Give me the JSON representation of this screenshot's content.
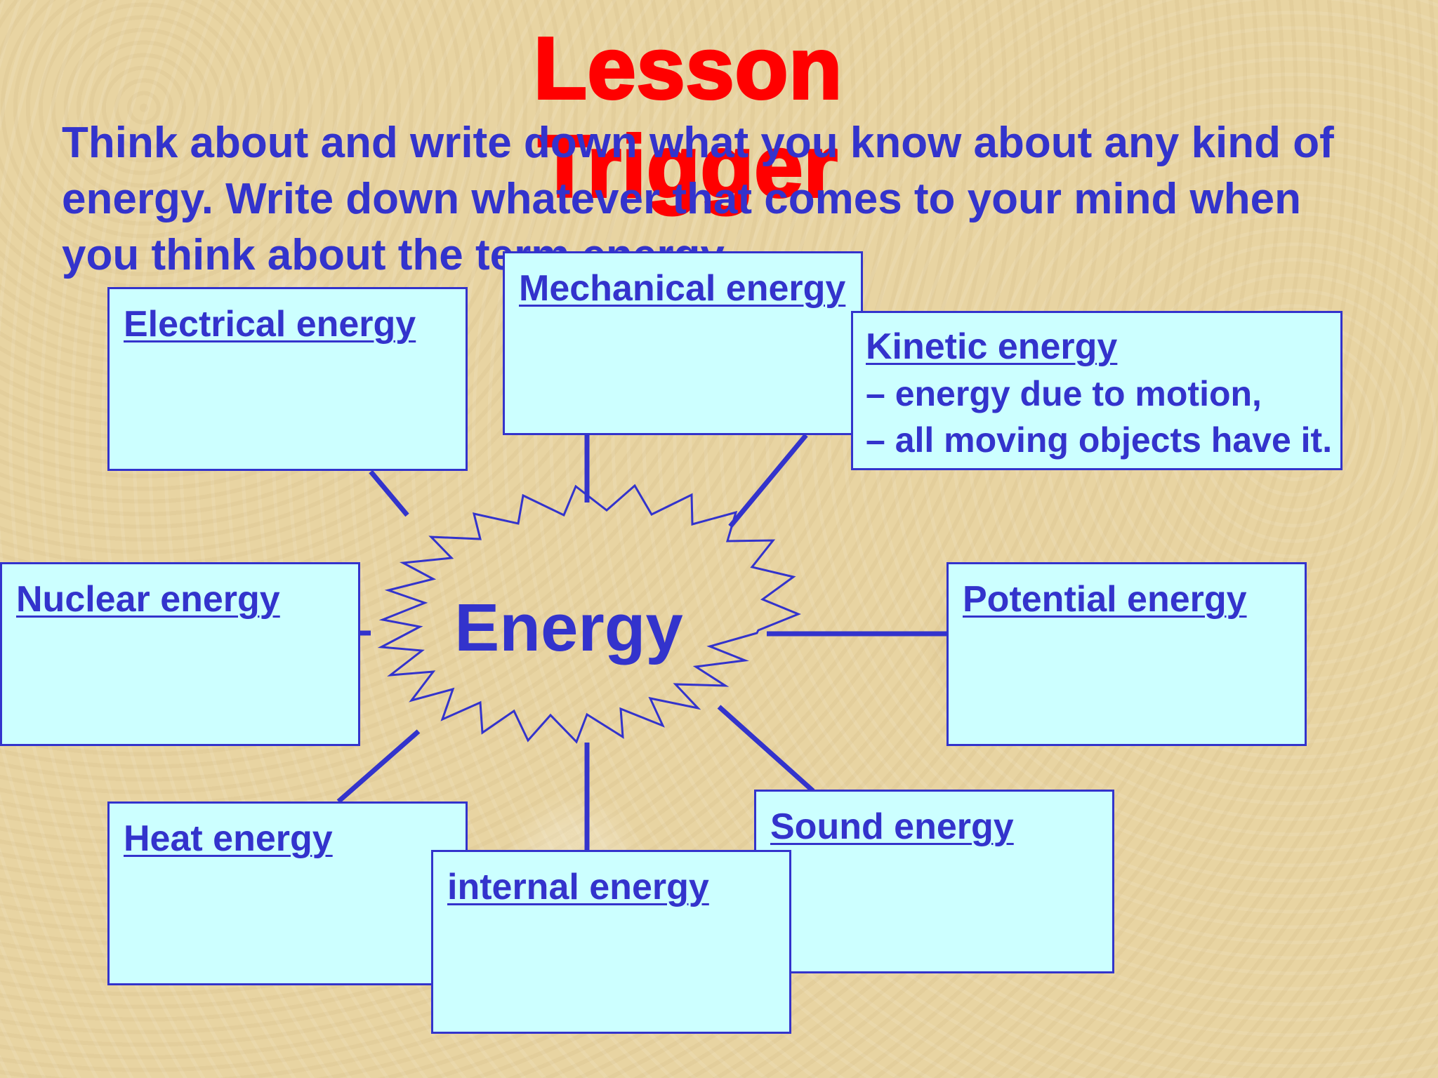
{
  "slide": {
    "title": "Lesson Trigger",
    "instructions": "Think about and write down what you know about any kind of energy. Write down whatever that comes to your mind when you think about the term energy."
  },
  "center": {
    "label": "Energy"
  },
  "boxes": {
    "electrical": {
      "title": "Electrical energy"
    },
    "mechanical": {
      "title": "Mechanical energy"
    },
    "kinetic": {
      "title": "Kinetic energy",
      "line1": "– energy due to motion,",
      "line2": "– all moving objects have it."
    },
    "nuclear": {
      "title": "Nuclear energy"
    },
    "potential": {
      "title": "Potential energy"
    },
    "heat": {
      "title": "Heat energy"
    },
    "internal": {
      "title": "internal energy"
    },
    "sound": {
      "title": "Sound energy"
    }
  },
  "colors": {
    "title_red": "#ff0000",
    "text_blue": "#3333cc",
    "box_fill": "#ccffff",
    "background": "#e8d4a2"
  }
}
